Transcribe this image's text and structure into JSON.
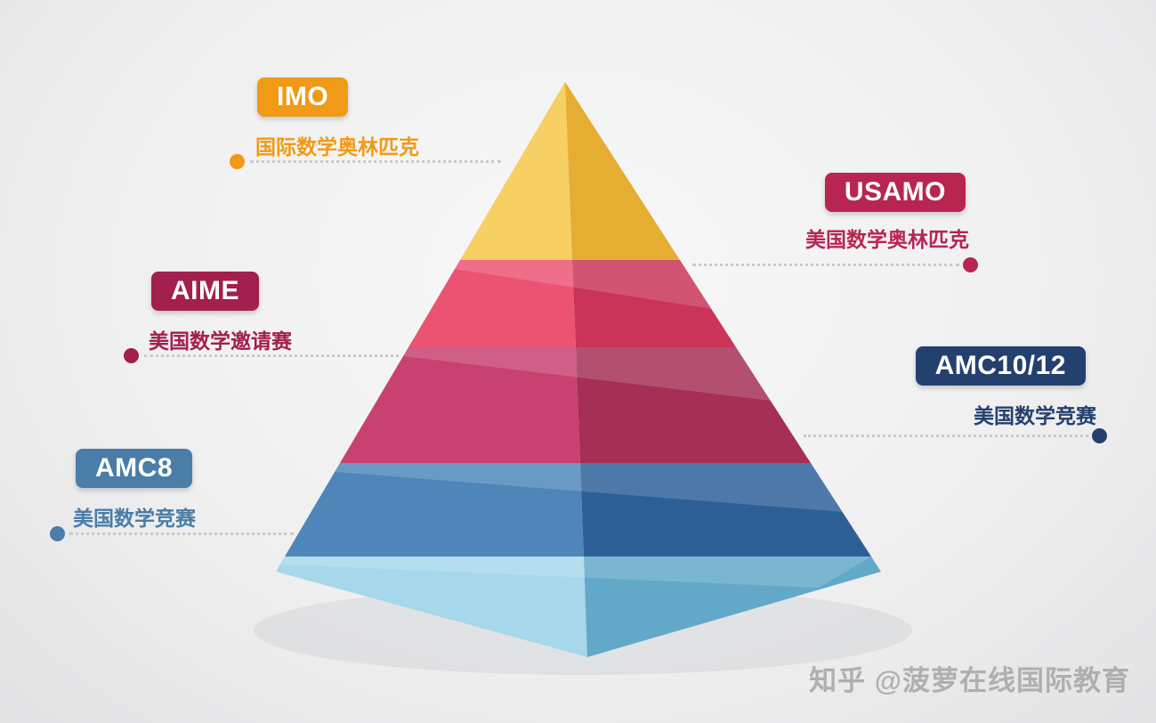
{
  "connector_color": "#c9c9c9",
  "watermark": {
    "text": "知乎 @菠萝在线国际教育",
    "color": "rgba(164,164,166,0.85)"
  },
  "labels": {
    "imo": {
      "badge": "IMO",
      "desc": "国际数学奥林匹克",
      "color": "#f09a17"
    },
    "usamo": {
      "badge": "USAMO",
      "desc": "美国数学奥林匹克",
      "color": "#b82550"
    },
    "aime": {
      "badge": "AIME",
      "desc": "美国数学邀请赛",
      "color": "#a31f4e"
    },
    "amc1012": {
      "badge": "AMC10/12",
      "desc": "美国数学竞赛",
      "color": "#24406f"
    },
    "amc8": {
      "badge": "AMC8",
      "desc": "美国数学竞赛",
      "color": "#4a7da7"
    }
  },
  "pyramid": {
    "levels": [
      {
        "name": "IMO",
        "left": "#f7cf63",
        "right": "#e6ad33"
      },
      {
        "name": "USAMO",
        "left": "#ec5373",
        "right": "#c93458"
      },
      {
        "name": "AIME",
        "left": "#c84170",
        "right": "#a52f55"
      },
      {
        "name": "AMC10/12",
        "left": "#4e86b9",
        "right": "#2d5f97"
      },
      {
        "name": "AMC8",
        "left": "#a6d7eb",
        "right": "#62a9c9"
      }
    ]
  }
}
